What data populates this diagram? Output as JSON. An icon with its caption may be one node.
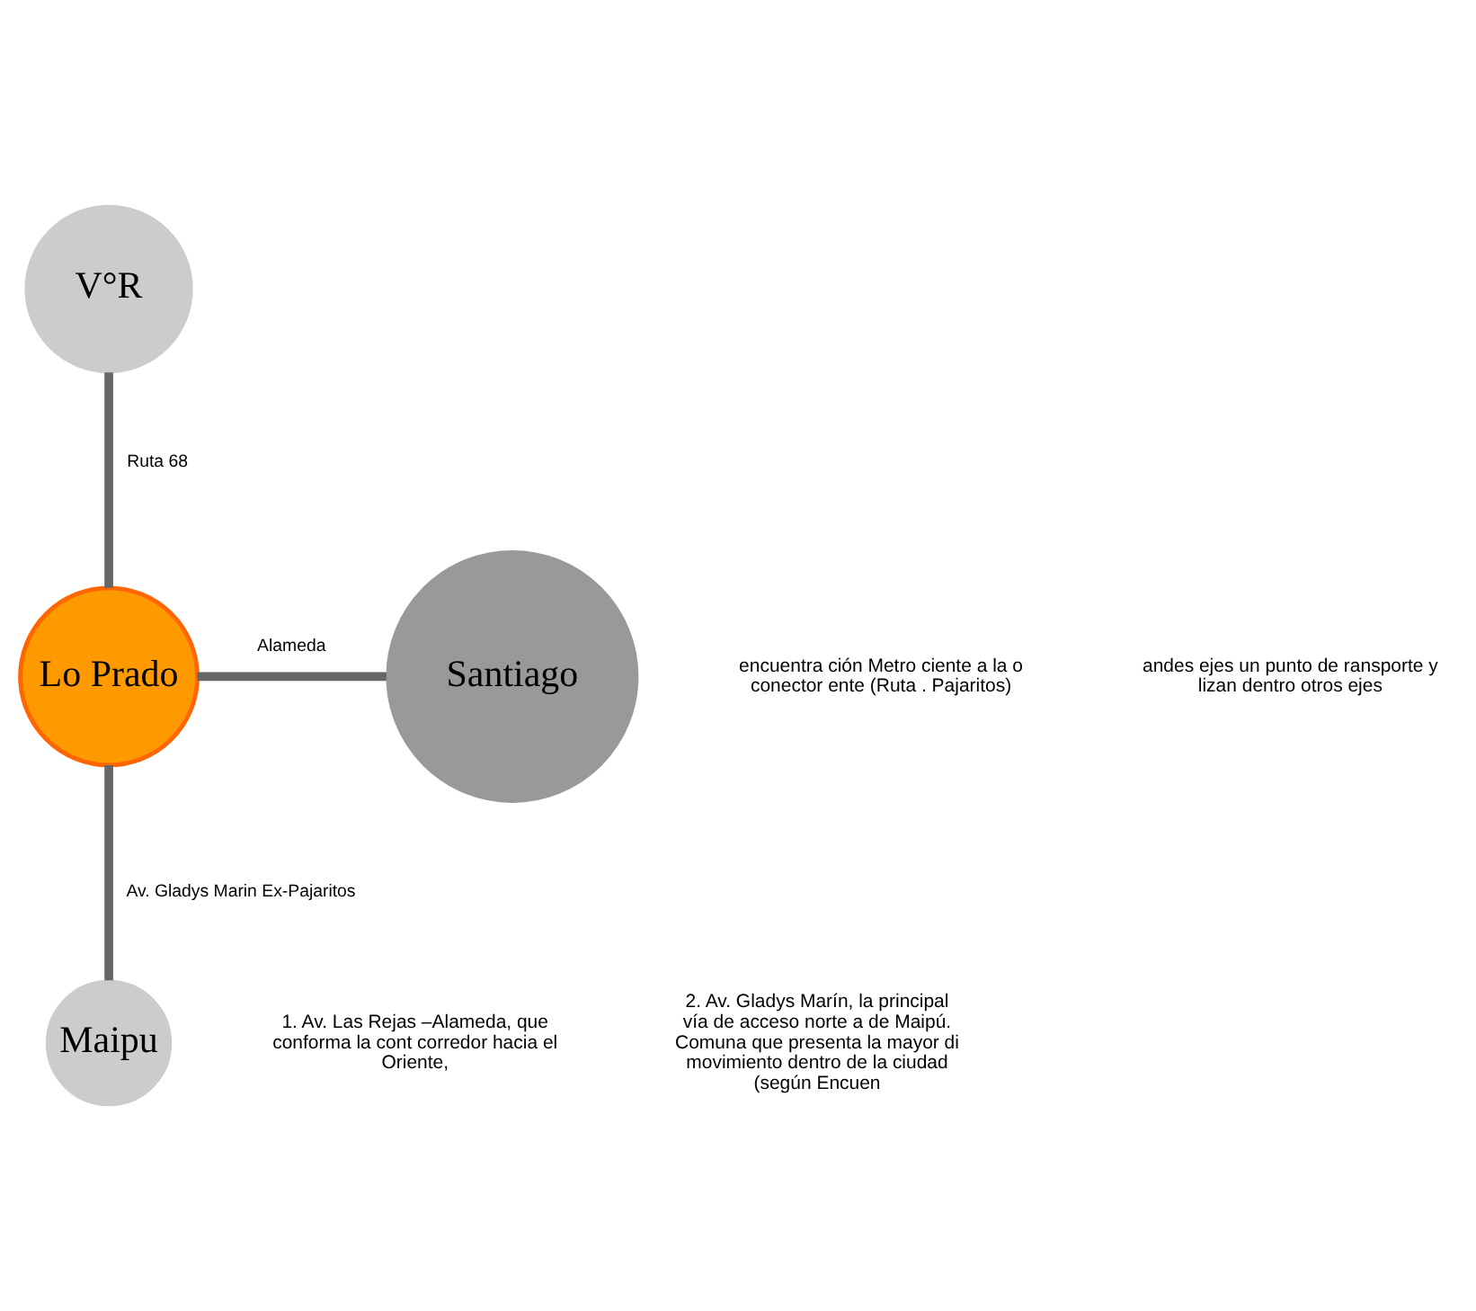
{
  "diagram": {
    "nodes": [
      {
        "text": [
          "V°R"
        ]
      },
      {
        "text": [
          "Lo Prado"
        ]
      },
      {
        "text": [
          "Santiago"
        ]
      },
      {
        "text": [
          "Maipu"
        ]
      }
    ],
    "edges": [
      {
        "from": 1,
        "to": 0,
        "arrow": "none",
        "label": "Ruta 68"
      },
      {
        "from": 1,
        "to": 2,
        "arrow": "none",
        "label": "Alameda"
      },
      {
        "from": 1,
        "to": 3,
        "arrow": "none",
        "label": "Av. Gladys Marin Ex-Pajaritos"
      }
    ],
    "labels": [
      "encuentra ción Metro ciente a la o conector ente (Ruta . Pajaritos)",
      "andes ejes un punto de ransporte y lizan dentro otros ejes",
      "1. Av. Las Rejas –Alameda, que conforma la cont corredor hacia el Oriente,",
      "2. Av. Gladys Marín, la principal vía de acceso norte a de Maipú. Comuna que presenta la mayor di movimiento dentro de la ciudad (según Encuen"
    ]
  }
}
